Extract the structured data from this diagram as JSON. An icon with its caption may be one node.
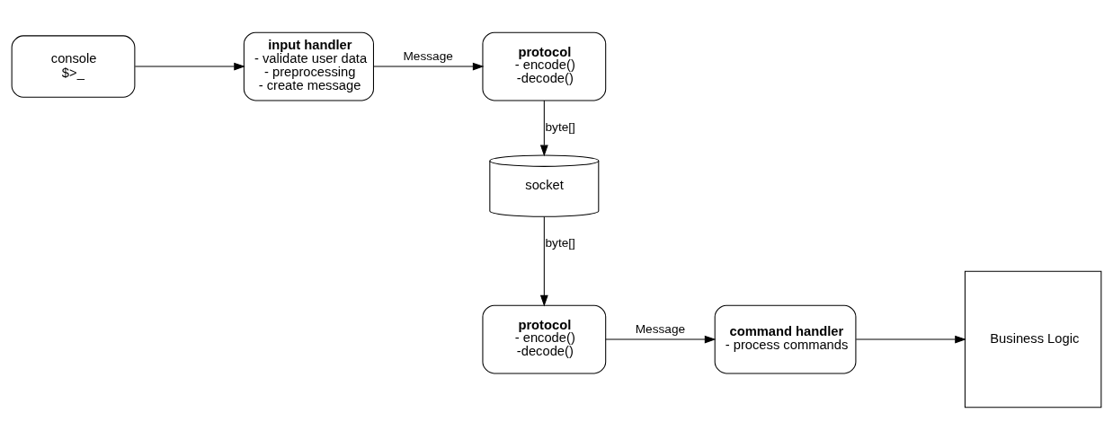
{
  "diagram": {
    "nodes": [
      {
        "text": [
          "console",
          "$>_"
        ]
      },
      {
        "text": [
          "input handler",
          "- validate user data",
          "- preprocessing",
          "- create message"
        ]
      },
      {
        "text": [
          "protocol",
          "- encode()",
          "-decode()"
        ]
      },
      {
        "text": [
          "socket"
        ]
      },
      {
        "text": [
          "protocol",
          "- encode()",
          "-decode()"
        ]
      },
      {
        "text": [
          "command handler",
          "- process commands"
        ]
      },
      {
        "text": [
          "Business Logic"
        ]
      }
    ],
    "edges": [
      {
        "from": 0,
        "to": 1,
        "arrow": "to"
      },
      {
        "from": 1,
        "to": 2,
        "arrow": "to",
        "label": "Message"
      },
      {
        "from": 2,
        "to": 3,
        "arrow": "to",
        "label": "byte[]"
      },
      {
        "from": 3,
        "to": 4,
        "arrow": "to",
        "label": "byte[]"
      },
      {
        "from": 4,
        "to": 5,
        "arrow": "to",
        "label": "Message"
      },
      {
        "from": 5,
        "to": 6,
        "arrow": "to"
      }
    ]
  }
}
